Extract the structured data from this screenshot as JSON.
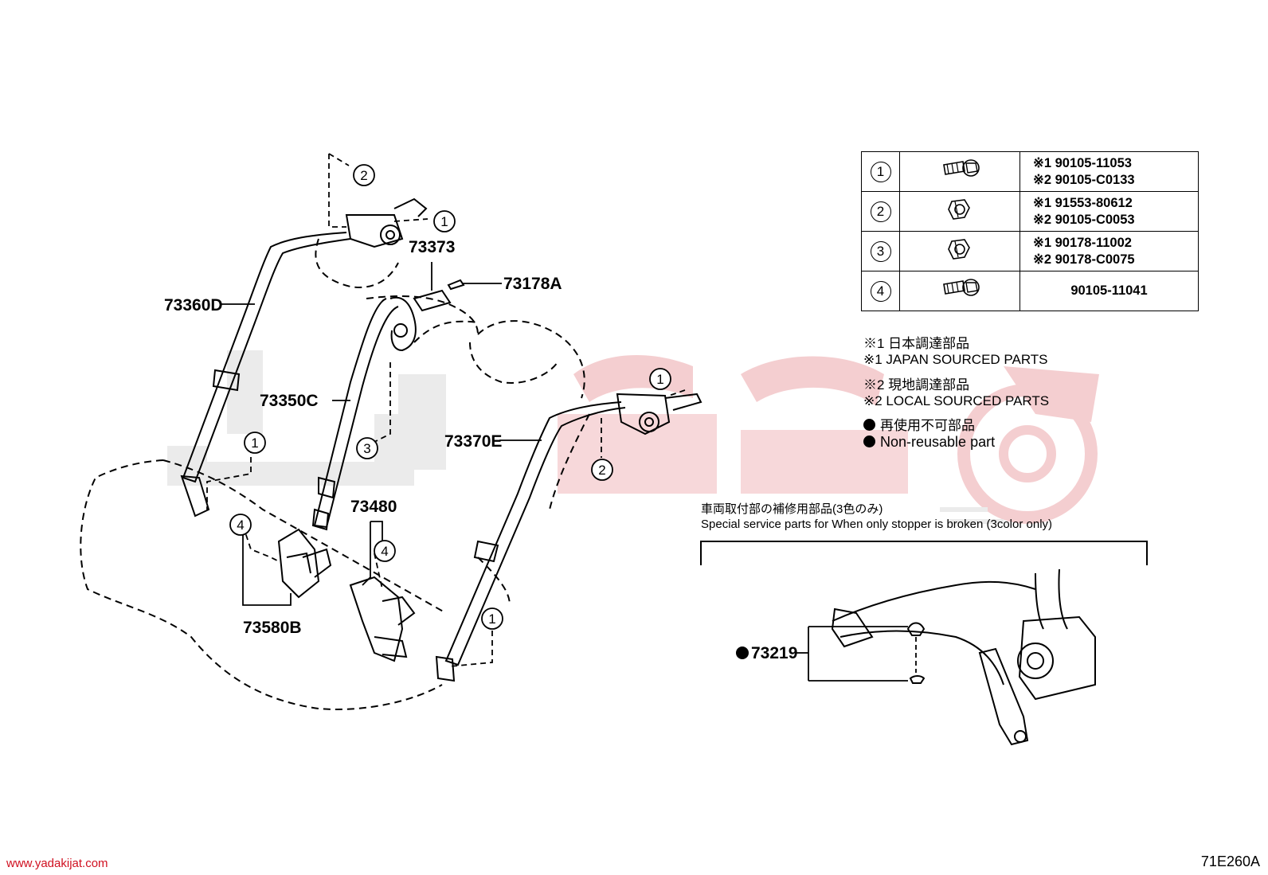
{
  "callouts": {
    "c1": "1",
    "c2": "2",
    "c3": "3",
    "c4": "4"
  },
  "part_labels": {
    "p73360D": "73360D",
    "p73373": "73373",
    "p73178A": "73178A",
    "p73350C": "73350C",
    "p73370E": "73370E",
    "p73480": "73480",
    "p73580B": "73580B",
    "p73219": "73219"
  },
  "parts_table": {
    "rows": [
      {
        "num": "1",
        "icon": "bolt-with-washer-icon",
        "lines": [
          "※1 90105-11053",
          "※2 90105-C0133"
        ]
      },
      {
        "num": "2",
        "icon": "flange-nut-icon",
        "lines": [
          "※1 91553-80612",
          "※2 90105-C0053"
        ]
      },
      {
        "num": "3",
        "icon": "flange-nut-icon",
        "lines": [
          "※1 90178-11002",
          "※2 90178-C0075"
        ]
      },
      {
        "num": "4",
        "icon": "bolt-with-washer-icon",
        "lines": [
          "90105-11041"
        ]
      }
    ]
  },
  "notes": {
    "n1_jp": "※1 日本調達部品",
    "n1_en": "※1 JAPAN SOURCED PARTS",
    "n2_jp": "※2 現地調達部品",
    "n2_en": "※2 LOCAL SOURCED PARTS",
    "nonreuse_jp": "再使用不可部品",
    "nonreuse_en": "Non-reusable part"
  },
  "special_section": {
    "title_jp": "車両取付部の補修用部品(3色のみ)",
    "title_en": "Special service parts for When only stopper is broken (3color only)"
  },
  "footer": {
    "url": "www.yadakijat.com",
    "code": "71E260A"
  },
  "colors": {
    "watermark": "#f3c6c8",
    "watermark_grey": "#e6e6e6",
    "url": "#d01020",
    "line": "#000000"
  }
}
